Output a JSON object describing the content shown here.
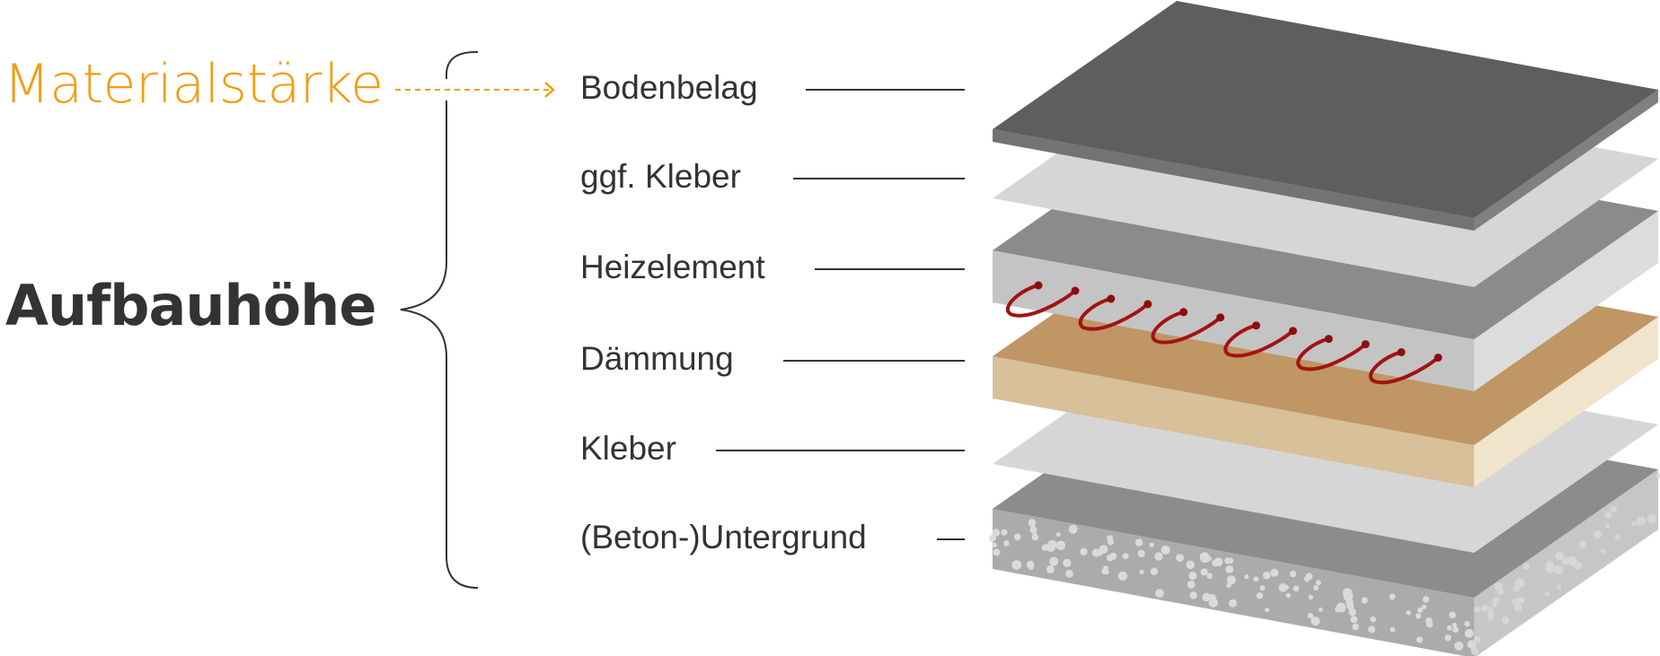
{
  "diagram": {
    "title_material": "Materialstärke",
    "title_height": "Aufbauhöhe",
    "colors": {
      "accent": "#f39c12",
      "text": "#333333",
      "heating_wire": "#a31212"
    },
    "layers": [
      {
        "label": "Bodenbelag",
        "kind": "slab",
        "colors": {
          "top": "#5e5e5e",
          "front": "#737373",
          "side": "#808080"
        }
      },
      {
        "label": "ggf. Kleber",
        "kind": "sheet",
        "colors": {
          "top": "#d6d6d6"
        }
      },
      {
        "label": "Heizelement",
        "kind": "slab",
        "colors": {
          "top": "#8b8b8b",
          "front": "#c4c4c4",
          "side": "#dcdcdc"
        }
      },
      {
        "label": "Dämmung",
        "kind": "slab",
        "colors": {
          "top": "#bf9664",
          "front": "#d7c09a",
          "side": "#f1e4cd"
        }
      },
      {
        "label": "Kleber",
        "kind": "sheet",
        "colors": {
          "top": "#d6d6d6"
        }
      },
      {
        "label": "(Beton-)Untergrund",
        "kind": "slab",
        "colors": {
          "top": "#8c8c8c",
          "front": "#ababab",
          "side": "#c6c6c6",
          "speckle": "#dadada"
        }
      }
    ],
    "heating_loop_count": 6
  }
}
